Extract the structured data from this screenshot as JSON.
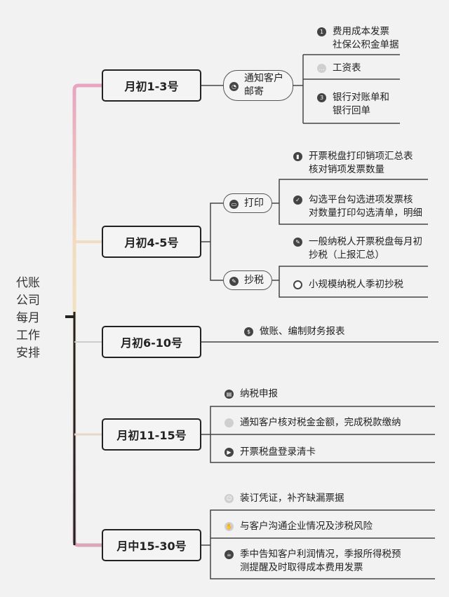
{
  "root": {
    "chars": [
      "代账",
      "公司",
      "每月",
      "工作",
      "安排"
    ]
  },
  "phases": [
    {
      "label": "月初1-3号"
    },
    {
      "label": "月初4-5号"
    },
    {
      "label": "月初6-10号"
    },
    {
      "label": "月初11-15号"
    },
    {
      "label": "月中15-30号"
    }
  ],
  "subs": [
    {
      "label_lines": [
        "通知客户",
        "邮寄"
      ],
      "icon": "pie-chart-icon"
    },
    {
      "label_lines": [
        "打印"
      ],
      "icon": "printer-icon"
    },
    {
      "label_lines": [
        "抄税"
      ],
      "icon": "pencil-icon"
    }
  ],
  "leaves": [
    {
      "lines": [
        "费用成本发票",
        "社保公积金单据"
      ],
      "icon": "number-one-icon"
    },
    {
      "lines": [
        "工资表"
      ],
      "icon": "dots-icon"
    },
    {
      "lines": [
        "银行对账单和",
        "银行回单"
      ],
      "icon": "number-three-icon"
    },
    {
      "lines": [
        "开票税盘打印销项汇总表",
        "核对销项发票数量"
      ],
      "icon": "chart-icon"
    },
    {
      "lines": [
        "勾选平台勾选进项发票核",
        "对数量打印勾选清单，明细"
      ],
      "icon": "check-icon"
    },
    {
      "lines": [
        "一般纳税人开票税盘每月初",
        "抄税（上报汇总）"
      ],
      "icon": "edit-icon"
    },
    {
      "lines": [
        "小规模纳税人季初抄税"
      ],
      "icon": "clock-icon"
    },
    {
      "lines": [
        "做账、编制财务报表"
      ],
      "icon": "dollar-icon"
    },
    {
      "lines": [
        "纳税申报"
      ],
      "icon": "document-icon"
    },
    {
      "lines": [
        "通知客户核对税金金额，完成税款缴纳"
      ],
      "icon": "circle-icon"
    },
    {
      "lines": [
        "开票税盘登录清卡"
      ],
      "icon": "play-icon"
    },
    {
      "lines": [
        "装订凭证，补齐缺漏票据"
      ],
      "icon": "smile-icon"
    },
    {
      "lines": [
        "与客户沟通企业情况及涉税风险"
      ],
      "icon": "hand-icon"
    },
    {
      "lines": [
        "季中告知客户利润情况，季报所得税预",
        "测提醒及时取得成本费用发票"
      ],
      "icon": "cup-icon"
    }
  ]
}
